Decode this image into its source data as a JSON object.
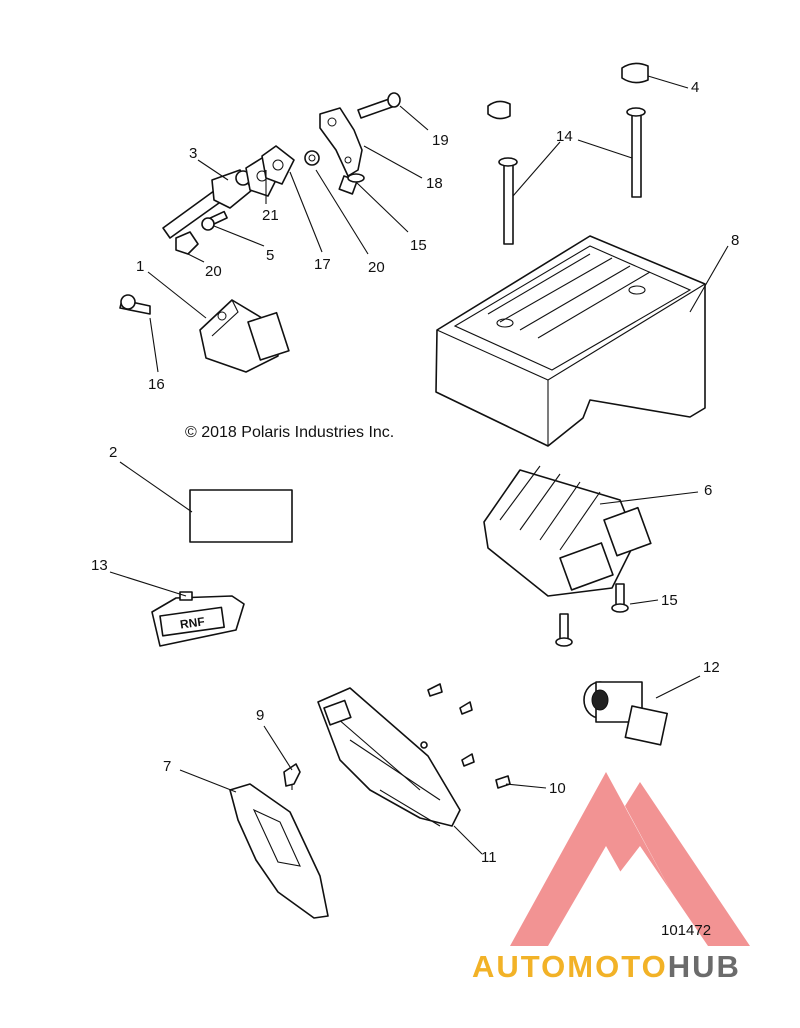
{
  "copyright": "© 2018 Polaris Industries Inc.",
  "figure_number": "101472",
  "callouts": {
    "c1": "1",
    "c2": "2",
    "c3": "3",
    "c4": "4",
    "c5": "5",
    "c6": "6",
    "c7": "7",
    "c8": "8",
    "c9": "9",
    "c10": "10",
    "c11": "11",
    "c12": "12",
    "c13": "13",
    "c14": "14",
    "c15a": "15",
    "c15b": "15",
    "c16": "16",
    "c17": "17",
    "c18": "18",
    "c19": "19",
    "c20a": "20",
    "c20b": "20",
    "c21": "21"
  },
  "switch_label": "RNF",
  "watermark": {
    "brand_auto": "AUTO",
    "brand_moto": "MOTO",
    "brand_hub": "HUB",
    "colors": {
      "triangle": "#f08080",
      "auto_moto": "#f2b227",
      "hub": "#6b6b6b"
    }
  },
  "icons": [
    "sensor-icon",
    "gasket-icon",
    "bracket-icon",
    "bolt-icon",
    "nut-icon",
    "washer-icon",
    "cover-icon",
    "regulator-icon",
    "ecu-icon",
    "key-switch-icon",
    "rocker-switch-icon",
    "label-icon",
    "push-rivet-icon",
    "mounting-plate-icon",
    "cap-icon"
  ]
}
